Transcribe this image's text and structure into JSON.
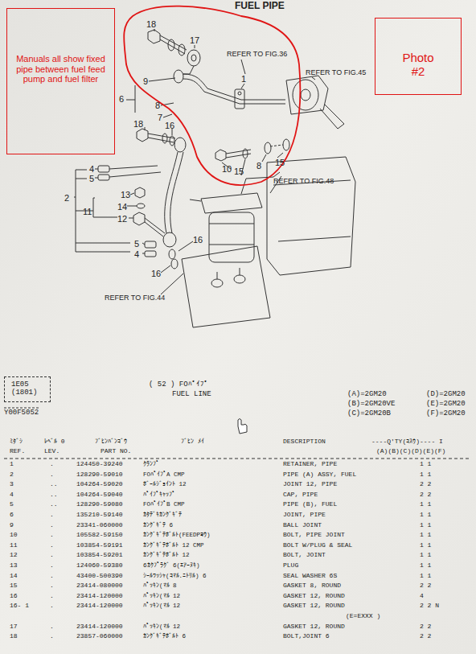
{
  "diagram": {
    "nodes": [
      {
        "text": [
          "Manuals all show fixed pipe between fuel feed pump and fuel filter"
        ]
      },
      {
        "text": [
          "Photo #2"
        ]
      },
      {
        "text": [
          "1E05",
          "(1801)"
        ]
      }
    ],
    "labels": [
      "FUEL PIPE",
      "REFER TO FIG.36",
      "REFER TO FIG.45",
      "18",
      "17",
      "1",
      "9",
      "6",
      "8",
      "7",
      "18",
      "16",
      "15",
      "8",
      "15",
      "10",
      "4",
      "5",
      "13",
      "2",
      "14",
      "11",
      "12",
      "16",
      "5",
      "4",
      "16",
      "REFER TO FIG.48",
      "REFER TO FIG.44",
      "( 52 ) FOﾊﾟｲﾌﾟ",
      "FUEL LINE",
      "(A)=2GM20",
      "(D)=2GM20",
      "(B)=2GM20VE",
      "(E)=2GM20",
      "(C)=2GM20B",
      "(F)=2GM20",
      "Y00F5052",
      "ﾐﾀﾞｼ",
      "ﾚﾍﾞﾙ 0",
      "ﾌﾞﾋﾝﾊﾞﾝｺﾞｳ",
      "ﾌﾞﾋﾝ ﾒｲ",
      "DESCRIPTION",
      "----Q'TY(ｺｽｳ)---- I",
      "REF.",
      "LEV.",
      "PART NO.",
      "(A)(B)(C)(D)(E)(F)",
      "1",
      ".",
      "124450-39240",
      "ｸﾗﾝﾌﾟ",
      "RETAINER, PIPE",
      "1 1",
      "2",
      ".",
      "128290-59010",
      "FOﾊﾟｲﾌﾟA CMP",
      "PIPE (A) ASSY, FUEL",
      "1 1",
      "3",
      "..",
      "104264-59020",
      "ﾎﾞｰﾙｼﾞｮｲﾝﾄ 12",
      "JOINT 12, PIPE",
      "2 2",
      "4",
      "..",
      "104264-59040",
      "ﾊﾟｲﾌﾟｷｬｯﾌﾟ",
      "CAP, PIPE",
      "2 2",
      "5",
      "..",
      "128290-59080",
      "FOﾊﾟｲﾌﾟB CMP",
      "PIPE (B), FUEL",
      "1 1",
      "6",
      ".",
      "135210-59140",
      "ｶﾀﾃﾞｷｶﾝｸﾞｷﾞﾃ",
      "JOINT, PIPE",
      "1 1",
      "9",
      ".",
      "23341-060000",
      "ｶﾝｸﾞｷﾞﾃ 6",
      "BALL JOINT",
      "1 1",
      "10",
      ".",
      "105582-59150",
      "ｶﾝｸﾞｷﾞﾃﾎﾞﾙﾄ(FEEDPﾖｳ)",
      "BOLT, PIPE JOINT",
      "1 1",
      "11",
      ".",
      "103854-59191",
      "ｶﾝｸﾞｷﾞﾃﾎﾞﾙﾄ 12 CMP",
      "BOLT W/PLUG & SEAL",
      "1 1",
      "12",
      ".",
      "103854-59201",
      "ｶﾝｸﾞｷﾞﾃﾎﾞﾙﾄ 12",
      "BOLT, JOINT",
      "1 1",
      "13",
      ".",
      "124060-59380",
      "6ｶｸﾌﾟﾗｸﾞ 6(ｴｱｰﾇｷ)",
      "PLUG",
      "1 1",
      "14",
      ".",
      "43400-500390",
      "ｼｰﾙﾜｯｼｬ(ｺﾏﾙ.ﾆﾄﾘﾙ) 6",
      "SEAL WASHER 6S",
      "1 1",
      "15",
      ".",
      "23414-080000",
      "ﾊﾟｯｷﾝ(ﾏﾙ 8",
      "GASKET 8, ROUND",
      "2 2",
      "16",
      ".",
      "23414-120000",
      "ﾊﾟｯｷﾝ(ﾏﾙ 12",
      "GASKET 12, ROUND",
      "4",
      "16- 1",
      ".",
      "23414-120000",
      "ﾊﾟｯｷﾝ(ﾏﾙ 12",
      "GASKET 12, ROUND",
      "2 2 N",
      "17",
      ".",
      "23414-120000",
      "ﾊﾟｯｷﾝ(ﾏﾙ 12",
      "GASKET 12, ROUND",
      "2 2",
      "18",
      ".",
      "23857-060000",
      "ｶﾝｸﾞｷﾞﾃﾎﾞﾙﾄ 6",
      "BOLT,JOINT 6",
      "2 2",
      "(E=EXXX )"
    ]
  }
}
